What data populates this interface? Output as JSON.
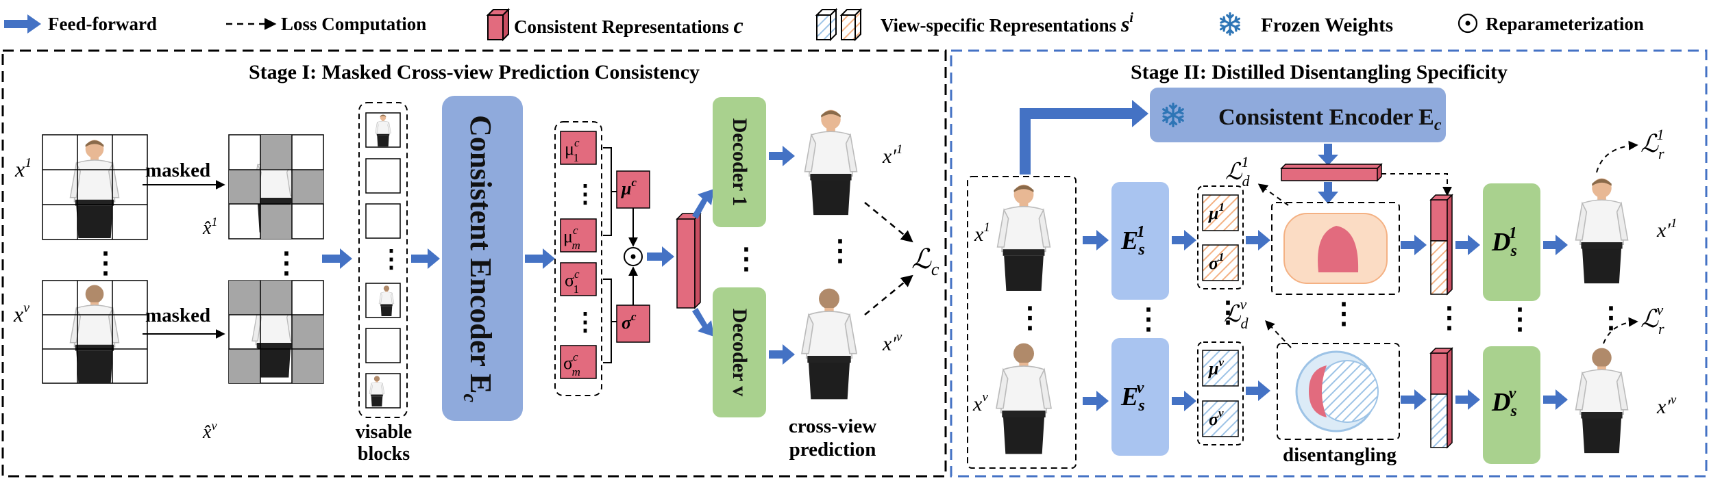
{
  "legend": {
    "feed_forward": "Feed-forward",
    "loss_computation": "Loss Computation",
    "consistent_repr": "Consistent  Representations",
    "consistent_sym": "c",
    "view_specific_repr": "View-specific Representations",
    "view_specific_sym": "s",
    "view_specific_sup": "i",
    "frozen": "Frozen Weights",
    "reparam": "Reparameterization"
  },
  "stage1": {
    "title": "Stage I: Masked Cross-view Prediction Consistency",
    "x1": "x",
    "x1_sup": "1",
    "xv": "x",
    "xv_sup": "v",
    "masked": "masked",
    "xhat1": "x̂",
    "xhat1_sup": "1",
    "xhatv": "x̂",
    "xhatv_sup": "v",
    "visible_1": "visable",
    "visible_2": "blocks",
    "encoder": "Consistent Encoder E",
    "encoder_sub": "c",
    "mu1": "μ",
    "mu1_sup": "c",
    "mu1_sub": "1",
    "mum": "μ",
    "mum_sup": "c",
    "mum_sub": "m",
    "sig1": "σ",
    "sig1_sup": "c",
    "sig1_sub": "1",
    "sigm": "σ",
    "sigm_sup": "c",
    "sigm_sub": "m",
    "mu_c": "μ",
    "mu_c_sup": "c",
    "sig_c": "σ",
    "sig_c_sup": "c",
    "decoder1": "Decoder 1",
    "decoderv": "Decoder v",
    "out1": "x′",
    "out1_sup": "1",
    "outv": "x′",
    "outv_sup": "v",
    "loss": "ℒ",
    "loss_sub": "c",
    "pred_1": "cross-view",
    "pred_2": "prediction"
  },
  "stage2": {
    "title": "Stage II: Distilled Disentangling Specificity",
    "encoder": "Consistent Encoder E",
    "encoder_sub": "c",
    "x1": "x",
    "x1_sup": "1",
    "xv": "x",
    "xv_sup": "v",
    "es1": "E",
    "es1_sub": "s",
    "es1_sup": "1",
    "esv": "E",
    "esv_sub": "s",
    "esv_sup": "v",
    "mu1": "μ",
    "mu1_sup": "1",
    "sig1": "σ",
    "sig1_sup": "1",
    "muv": "μ",
    "muv_sup": "v",
    "sigv": "σ",
    "sigv_sup": "v",
    "ld1": "ℒ",
    "ld1_sub": "d",
    "ld1_sup": "1",
    "ldv": "ℒ",
    "ldv_sub": "d",
    "ldv_sup": "v",
    "ds1": "D",
    "ds1_sub": "s",
    "ds1_sup": "1",
    "dsv": "D",
    "dsv_sub": "s",
    "dsv_sup": "v",
    "out1": "x′",
    "out1_sup": "1",
    "outv": "x′",
    "outv_sup": "v",
    "lr1": "ℒ",
    "lr1_sub": "r",
    "lr1_sup": "1",
    "lrv": "ℒ",
    "lrv_sub": "r",
    "lrv_sup": "v",
    "disentangling": "disentangling"
  },
  "dots": "⋮",
  "colors": {
    "blue_arrow": "#4472C4",
    "pink": "#E26B7E",
    "encoder_blue": "#8FAADC",
    "es_blue": "#A9C4F0",
    "decoder_green": "#A9D18E",
    "peach": "#FBDCC4",
    "gray_block": "#A6A6A6"
  }
}
